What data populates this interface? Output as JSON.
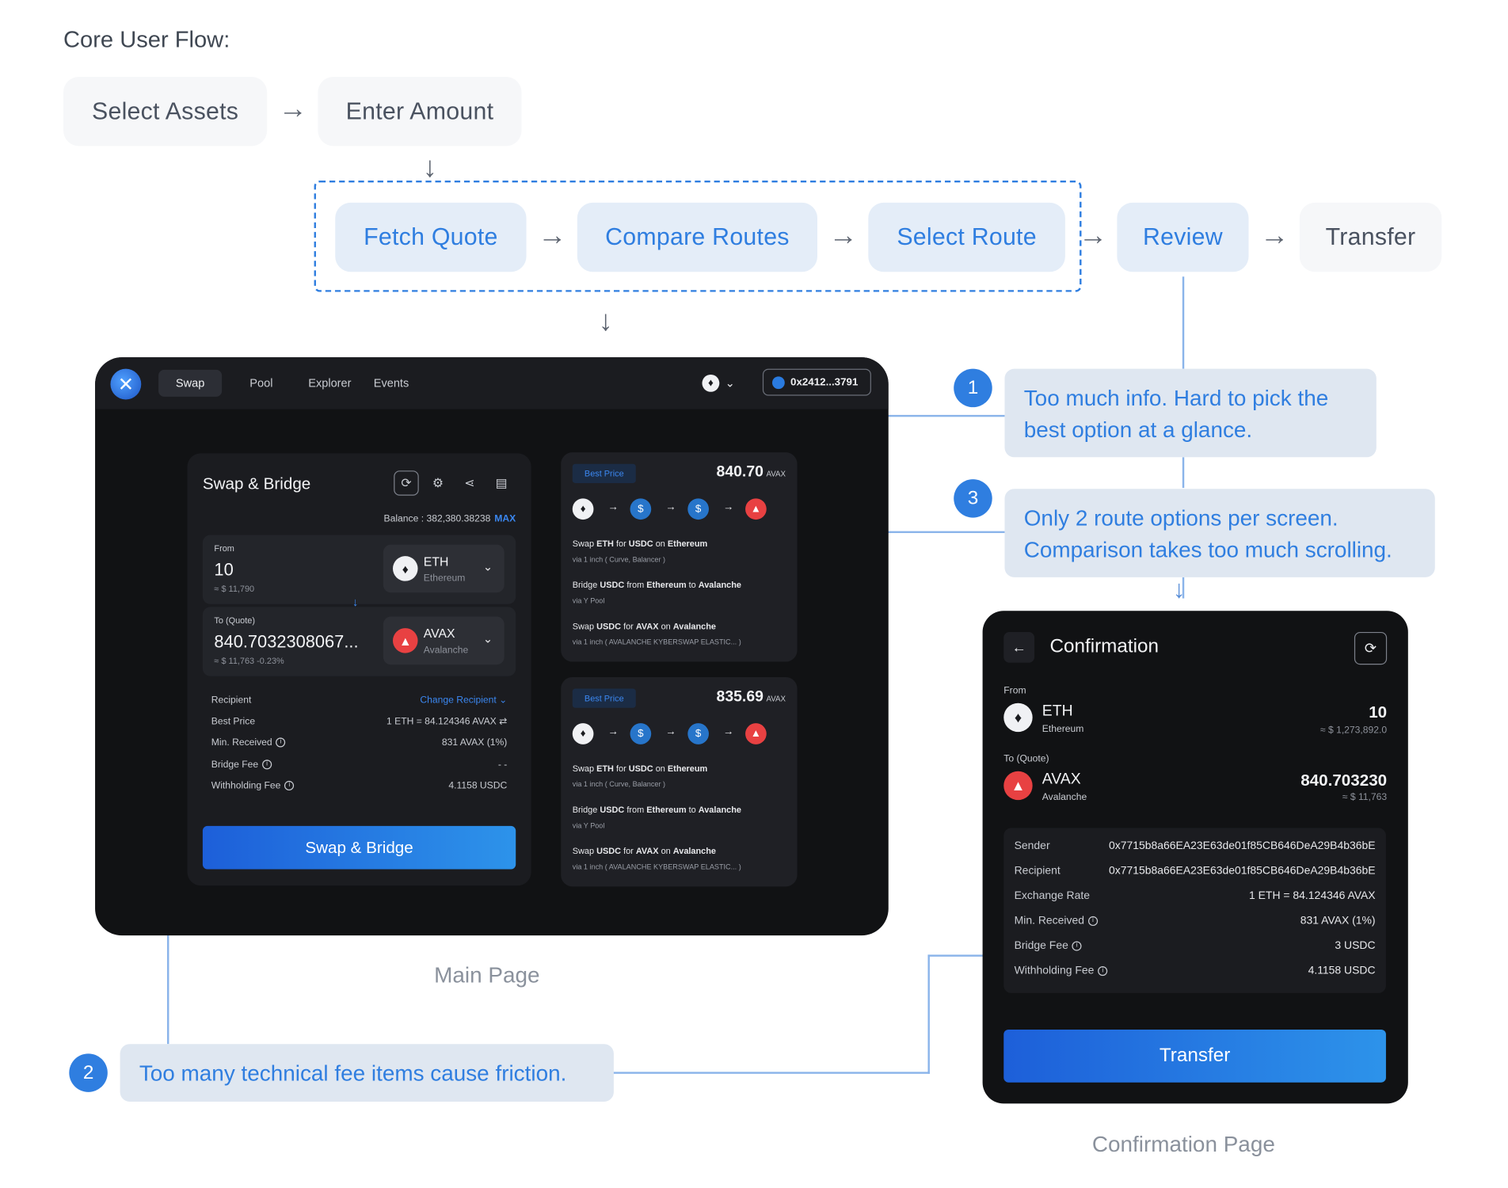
{
  "heading": "Core User Flow:",
  "flow": {
    "select_assets": "Select Assets",
    "enter_amount": "Enter Amount",
    "fetch_quote": "Fetch Quote",
    "compare_routes": "Compare Routes",
    "select_route": "Select Route",
    "review": "Review",
    "transfer": "Transfer"
  },
  "notes": [
    {
      "number": "1",
      "text": "Too much info. Hard to pick the best option at a glance."
    },
    {
      "number": "2",
      "text": "Too many technical fee items cause friction."
    },
    {
      "number": "3",
      "text": "Only 2 route options per screen. Comparison takes too much scrolling."
    }
  ],
  "captions": {
    "main": "Main Page",
    "confirmation": "Confirmation Page"
  },
  "main_page": {
    "nav": [
      "Swap",
      "Pool",
      "Explorer",
      "Events"
    ],
    "network_icon": "eth-icon",
    "wallet": "0x2412...3791",
    "card_title": "Swap & Bridge",
    "balance_label": "Balance : 382,380.38238",
    "max_label": "MAX",
    "from": {
      "label": "From",
      "amount": "10",
      "usd": "≈ $ 11,790",
      "token": "ETH",
      "chain": "Ethereum"
    },
    "to": {
      "label": "To (Quote)",
      "amount": "840.7032308067...",
      "usd": "≈ $ 11,763  -0.23%",
      "token": "AVAX",
      "chain": "Avalanche"
    },
    "details": [
      {
        "key": "Recipient",
        "value": "Change Recipient ⌄",
        "info": false
      },
      {
        "key": "Best Price",
        "value": "1 ETH = 84.124346 AVAX ⇄",
        "info": false
      },
      {
        "key": "Min. Received",
        "value": "831 AVAX  (1%)",
        "info": true
      },
      {
        "key": "Bridge Fee",
        "value": "- -",
        "info": true
      },
      {
        "key": "Withholding Fee",
        "value": "4.1158  USDC",
        "info": true
      }
    ],
    "button": "Swap & Bridge",
    "routes": [
      {
        "badge": "Best Price",
        "price": "840.70",
        "unit": "AVAX",
        "steps": [
          {
            "pre": "Swap ",
            "a": "ETH",
            "mid": " for ",
            "b": "USDC",
            "mid2": " on ",
            "c": "Ethereum",
            "via": "via  1 inch  ( Curve, Balancer )"
          },
          {
            "pre": "Bridge ",
            "a": "USDC",
            "mid": " from ",
            "b": "Ethereum",
            "mid2": " to ",
            "c": "Avalanche",
            "via": "via  Y Pool"
          },
          {
            "pre": "Swap ",
            "a": "USDC",
            "mid": " for ",
            "b": "AVAX",
            "mid2": " on ",
            "c": "Avalanche",
            "via": "via  1 inch  ( AVALANCHE KYBERSWAP ELASTIC...  )"
          }
        ]
      },
      {
        "badge": "Best Price",
        "price": "835.69",
        "unit": "AVAX",
        "steps": [
          {
            "pre": "Swap ",
            "a": "ETH",
            "mid": " for ",
            "b": "USDC",
            "mid2": " on ",
            "c": "Ethereum",
            "via": "via  1 inch  ( Curve, Balancer )"
          },
          {
            "pre": "Bridge ",
            "a": "USDC",
            "mid": " from ",
            "b": "Ethereum",
            "mid2": " to ",
            "c": "Avalanche",
            "via": "via  Y Pool"
          },
          {
            "pre": "Swap ",
            "a": "USDC",
            "mid": " for ",
            "b": "AVAX",
            "mid2": " on ",
            "c": "Avalanche",
            "via": "via  1 inch  ( AVALANCHE KYBERSWAP ELASTIC...  )"
          }
        ]
      }
    ]
  },
  "confirmation": {
    "title": "Confirmation",
    "from_label": "From",
    "from": {
      "token": "ETH",
      "chain": "Ethereum",
      "amount": "10",
      "usd": "≈ $ 1,273,892.0"
    },
    "to_label": "To (Quote)",
    "to": {
      "token": "AVAX",
      "chain": "Avalanche",
      "amount": "840.703230",
      "usd": "≈ $ 11,763"
    },
    "details": [
      {
        "key": "Sender",
        "value": "0x7715b8a66EA23E63de01f85CB646DeA29B4b36bE",
        "info": false
      },
      {
        "key": "Recipient",
        "value": "0x7715b8a66EA23E63de01f85CB646DeA29B4b36bE",
        "info": false
      },
      {
        "key": "Exchange Rate",
        "value": "1 ETH = 84.124346 AVAX",
        "info": false
      },
      {
        "key": "Min. Received",
        "value": "831 AVAX  (1%)",
        "info": true
      },
      {
        "key": "Bridge Fee",
        "value": "3 USDC",
        "info": true
      },
      {
        "key": "Withholding Fee",
        "value": "4.1158 USDC",
        "info": true
      }
    ],
    "button": "Transfer"
  }
}
